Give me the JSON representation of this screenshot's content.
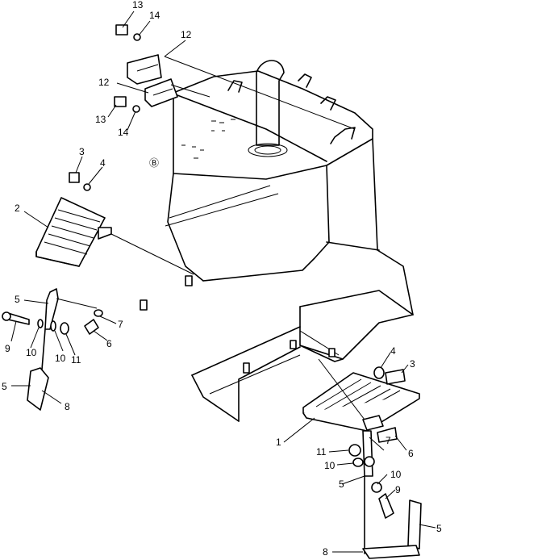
{
  "diagram": {
    "callouts": [
      "13",
      "14",
      "12",
      "12",
      "13",
      "14",
      "3",
      "4",
      "2",
      "5",
      "7",
      "9",
      "10",
      "10",
      "11",
      "6",
      "5",
      "8",
      "4",
      "3",
      "1",
      "7",
      "6",
      "11",
      "10",
      "10",
      "5",
      "9",
      "5",
      "8"
    ]
  }
}
